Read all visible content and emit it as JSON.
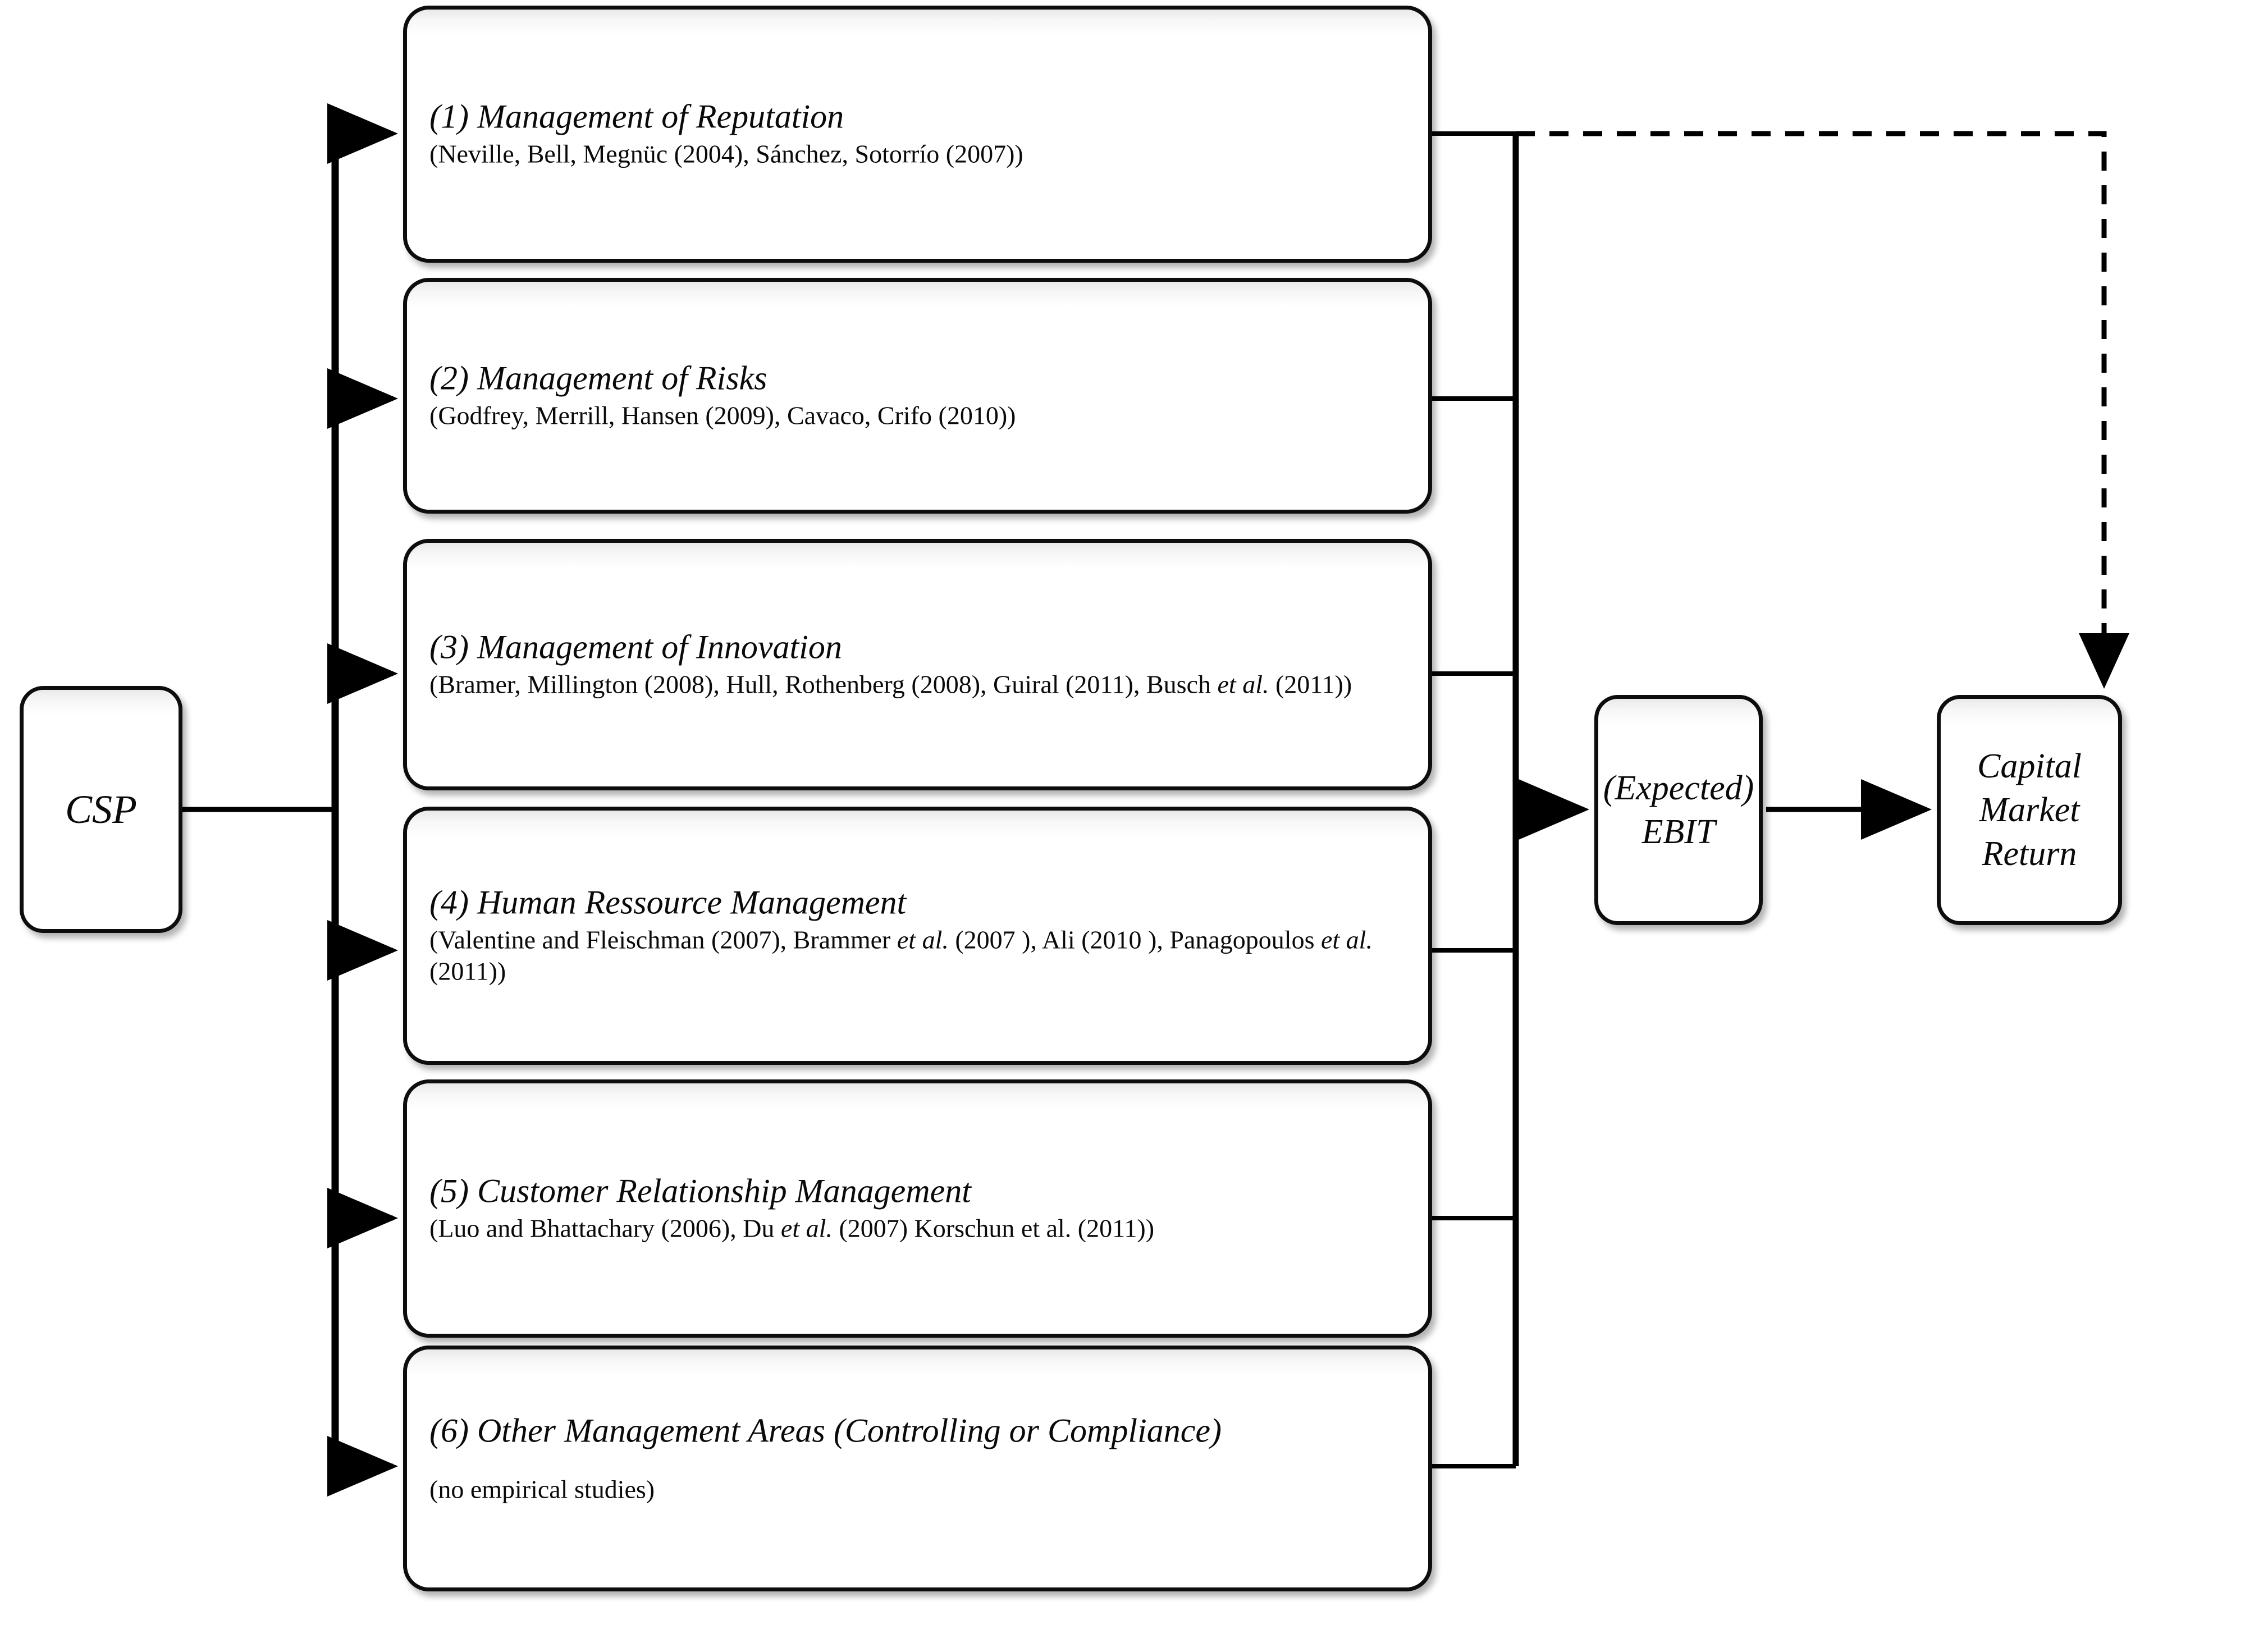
{
  "diagram": {
    "title_hidden": "",
    "source_node": {
      "label": "CSP"
    },
    "channels": [
      {
        "number": "(1)",
        "title": "(1) Management of Reputation",
        "refs": "(Neville, Bell, Megnüc (2004), Sánchez, Sotorrío (2007))"
      },
      {
        "number": "(2)",
        "title": "(2) Management of Risks",
        "refs": "(Godfrey, Merrill, Hansen (2009), Cavaco, Crifo (2010))"
      },
      {
        "number": "(3)",
        "title": "(3) Management of Innovation",
        "refs_pre": "(Bramer, Millington (2008), Hull, Rothenberg (2008), Guiral (2011), Busch ",
        "refs_ital": "et al.",
        "refs_post": " (2011))",
        "refs": "(Bramer, Millington (2008), Hull, Rothenberg (2008), Guiral (2011), Busch et al. (2011))"
      },
      {
        "number": "(4)",
        "title": "(4) Human Ressource Management",
        "refs_pre": "(Valentine and Fleischman (2007), Brammer ",
        "refs_ital": "et al.",
        "refs_mid": " (2007 ), Ali (2010 ), Panagopoulos ",
        "refs_ital2": "et al.",
        "refs_post": " (2011))",
        "refs": "(Valentine and Fleischman (2007), Brammer et al. (2007 ), Ali (2010 ), Panagopoulos et al. (2011))"
      },
      {
        "number": "(5)",
        "title": "(5) Customer Relationship Management",
        "refs_pre": "(Luo and Bhattachary (2006), Du ",
        "refs_ital": "et al.",
        "refs_post": " (2007) Korschun et al. (2011))",
        "refs": "(Luo and Bhattachary (2006), Du et al. (2007) Korschun et al. (2011))"
      },
      {
        "number": "(6)",
        "title": "(6) Other Management Areas (Controlling or Compliance)",
        "refs": "(no empirical studies)"
      }
    ],
    "outcome_nodes": [
      {
        "label": "(Expected)\nEBIT"
      },
      {
        "label": "Capital\nMarket\nReturn"
      }
    ],
    "connectors": {
      "fan_out_style": "solid-arrow",
      "collector_style": "solid-bus",
      "direct_effect_style": "dashed-arrow",
      "direct_effect_from": "(1) Management of Reputation",
      "direct_effect_to": "Capital Market Return"
    },
    "colors": {
      "stroke": "#0d0d0d",
      "wire": "#000000",
      "background": "#ffffff",
      "text": "#0a0a0a"
    }
  }
}
